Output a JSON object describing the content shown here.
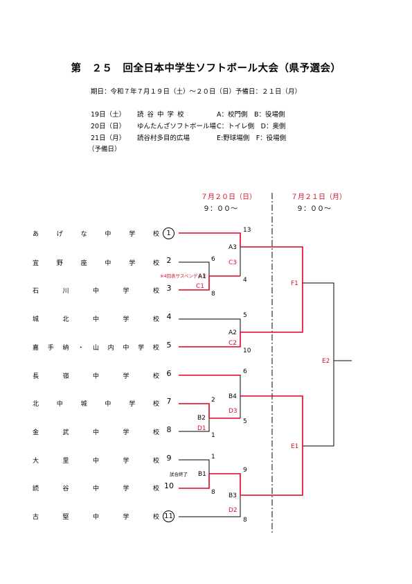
{
  "title": "第　２５　回全日本中学生ソフトボール大会（県予選会）",
  "schedule": "期日：令和７年７月１９日（土）～２０日（日）予備日：２１日（月）",
  "venues": [
    {
      "date": "19日（土）",
      "venue": "読 谷 中 学 校",
      "courts": "A：校門側　B：役場側"
    },
    {
      "date": "20日（日）",
      "venue": "ゆんたんざソフトボール場",
      "courts": "C：トイレ側　D：奥側"
    },
    {
      "date": "21日（月）",
      "venue": "読谷村多目的広場",
      "courts": "E:野球場側　F：役場側"
    }
  ],
  "reserve_note": "（予備日）",
  "day_headers": [
    {
      "date": "７月２０日（日）",
      "time": "９：００～"
    },
    {
      "date": "７月２１日（月）",
      "time": "９：００～"
    }
  ],
  "teams": [
    {
      "name": "あげな中学校",
      "num": "1",
      "circled": true
    },
    {
      "name": "宜野座中学校",
      "num": "2",
      "circled": false
    },
    {
      "name": "石川中学校",
      "num": "3",
      "circled": false
    },
    {
      "name": "城北中学校",
      "num": "4",
      "circled": false
    },
    {
      "name": "嘉手納・山内中学校",
      "num": "5",
      "circled": false
    },
    {
      "name": "長嶺中学校",
      "num": "6",
      "circled": false
    },
    {
      "name": "北中城中学校",
      "num": "7",
      "circled": false
    },
    {
      "name": "金武中学校",
      "num": "8",
      "circled": false
    },
    {
      "name": "大里中学校",
      "num": "9",
      "circled": false
    },
    {
      "name": "読谷中学校",
      "num": "10",
      "circled": false
    },
    {
      "name": "古堅中学校",
      "num": "11",
      "circled": true
    }
  ],
  "matches": {
    "A1": "A1",
    "C1": "C1",
    "A1_note": "※4回表サスペンデッド",
    "A2": "A2",
    "C2": "C2",
    "A3": "A3",
    "C3": "C3",
    "B1": "B1",
    "B1_note": "試合終了",
    "B2": "B2",
    "D1": "D1",
    "B3": "B3",
    "D2": "D2",
    "B4": "B4",
    "D3": "D3",
    "F1": "F1",
    "E1": "E1",
    "E2": "E2"
  },
  "scores": {
    "m1_top": "6",
    "m1_bot": "8",
    "m2_top": "2",
    "m2_bot": "1",
    "m3_top": "1",
    "m3_bot": "8",
    "q1_top": "13",
    "q1_bot": "4",
    "q2_top": "5",
    "q2_bot": "10",
    "q3_top": "6",
    "q3_bot": "5",
    "q4_top": "9",
    "q4_bot": "8"
  },
  "colors": {
    "win": "#e0001e",
    "line": "#000000",
    "label_red": "#d0142c"
  }
}
